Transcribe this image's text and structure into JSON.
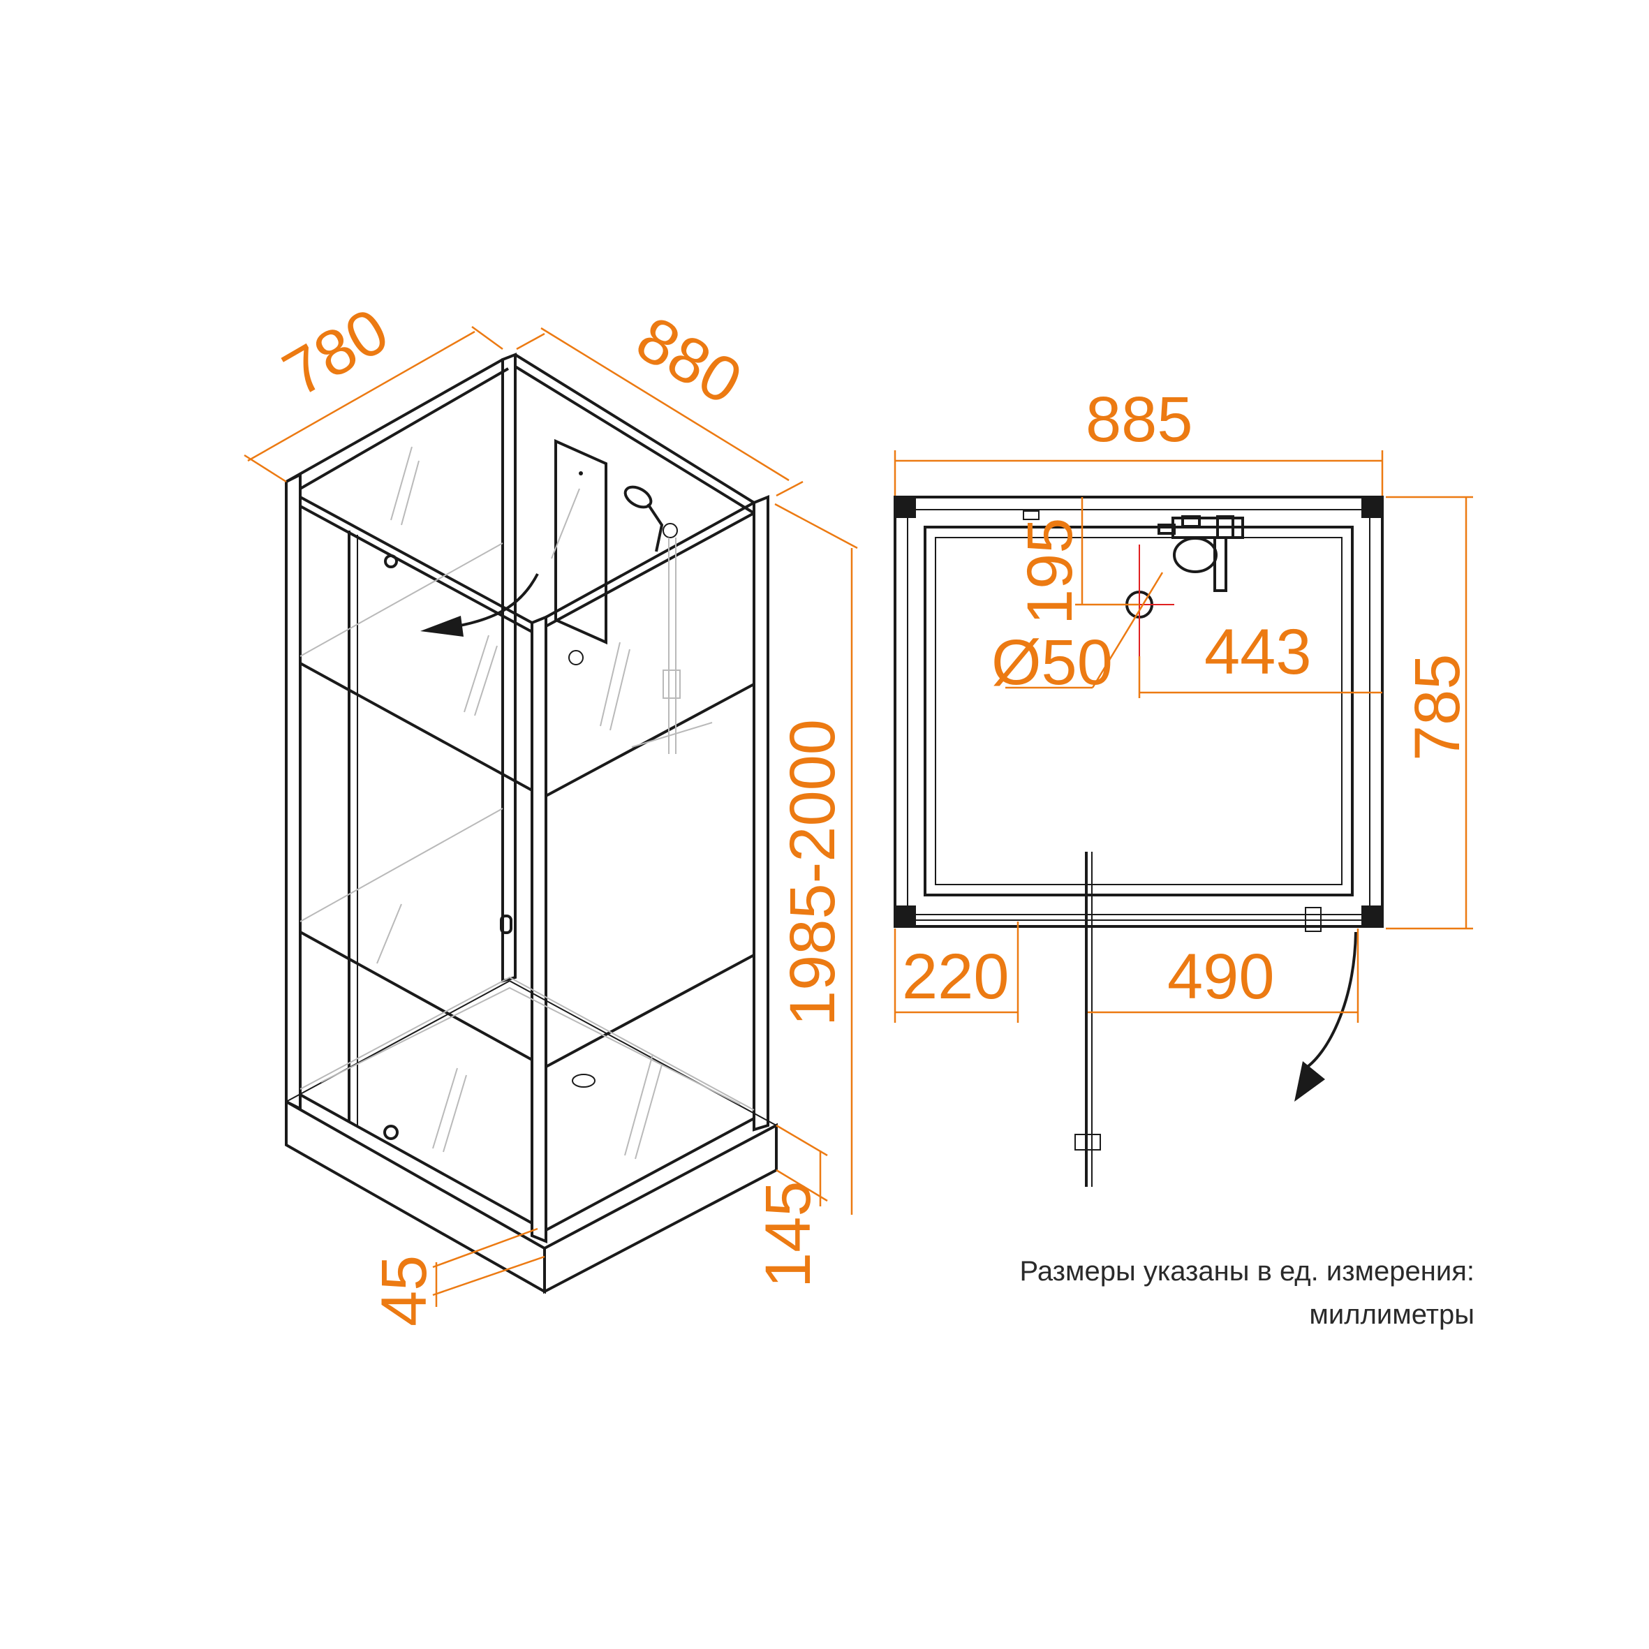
{
  "colors": {
    "dimension": "#ec7a12",
    "line": "#1a1a1a",
    "glass": "#b9b9b9",
    "center_mark": "#e02020"
  },
  "iso_view": {
    "depth": "780",
    "width": "880",
    "height": "1985-2000",
    "tray_height": "145",
    "profile": "45"
  },
  "plan_view": {
    "width": "885",
    "depth": "785",
    "drain_offset": "195",
    "drain_diameter": "Ø50",
    "drain_to_wall": "443",
    "left_panel": "220",
    "door_opening": "490"
  },
  "note": {
    "line1": "Размеры указаны в ед. измерения:",
    "line2": "миллиметры"
  }
}
